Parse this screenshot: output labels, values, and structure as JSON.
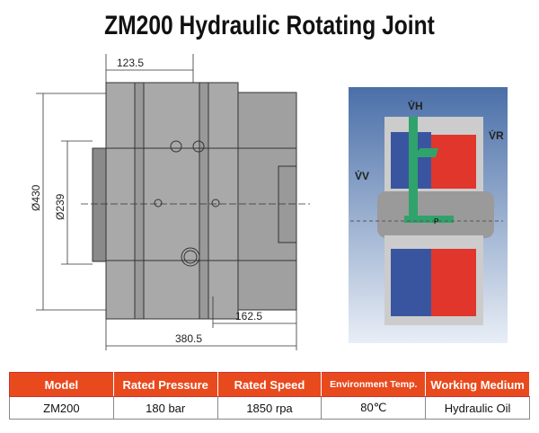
{
  "title": "ZM200 Hydraulic Rotating Joint",
  "drawing": {
    "dims": {
      "top": "123.5",
      "outer_dia": "Ø430",
      "inner_dia": "Ø239",
      "bottom_right": "162.5",
      "total": "380.5"
    }
  },
  "section_view": {
    "labels": {
      "vh": "V̇H",
      "vr": "V̇R",
      "vv": "V̇V",
      "p": "P"
    }
  },
  "table": {
    "headers": [
      "Model",
      "Rated Pressure",
      "Rated Speed",
      "Environment Temp.",
      "Working Medium"
    ],
    "rows": [
      [
        "ZM200",
        "180 bar",
        "1850 rpa",
        "80℃",
        "Hydraulic Oil"
      ]
    ]
  },
  "colors": {
    "header": "#e84a1e",
    "red": "#e0362c",
    "blue": "#3a55a0",
    "green": "#2fa36b"
  }
}
